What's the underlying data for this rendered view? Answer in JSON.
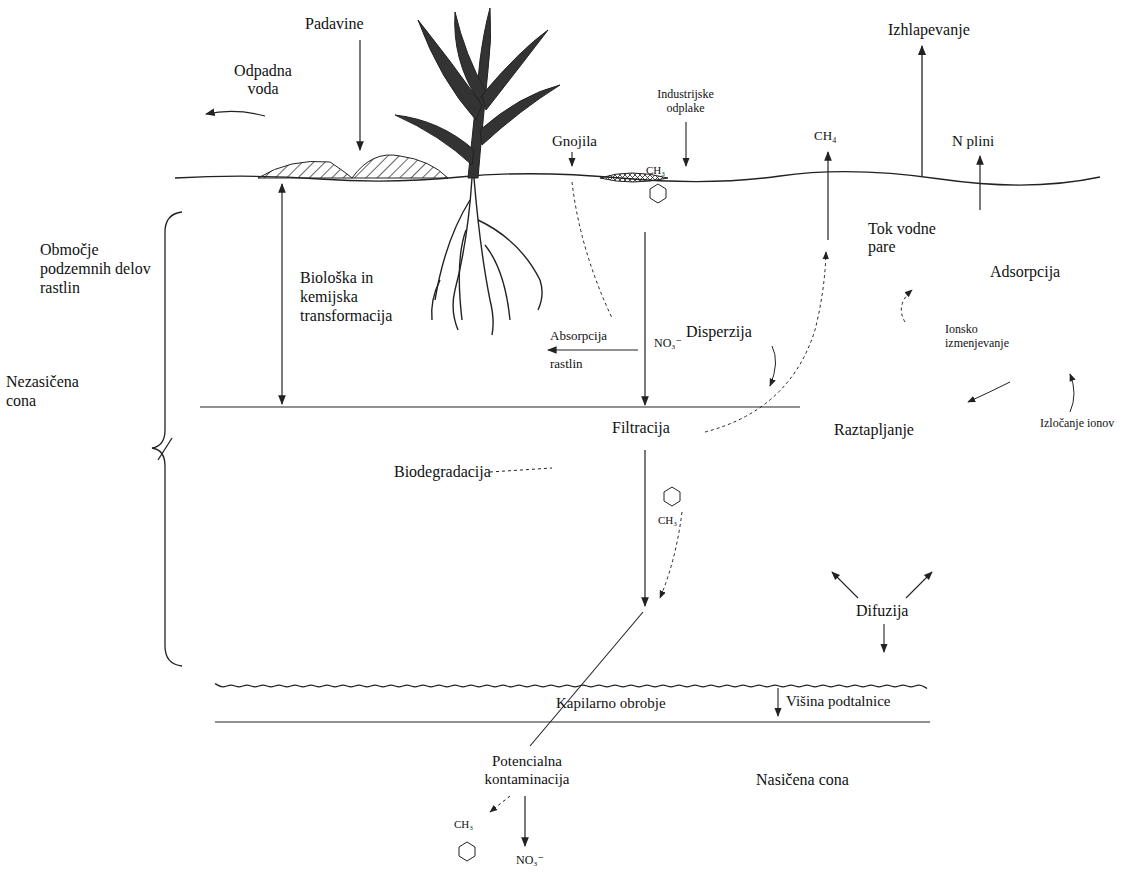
{
  "diagram": {
    "labels": [
      "Padavine",
      "Izhlapevanje",
      "Odpadna voda",
      "Industrijske odplake",
      "Gnojila",
      "CH₄",
      "N plini",
      "CH₃",
      "Tok vodne pare",
      "Adsorpcija",
      "Območje podzemnih delov rastlin",
      "Biološka in kemijska transformacija",
      "Absorpcija rastlin",
      "Disperzija",
      "Ionsko izmenjevanje",
      "Izločanje ionov",
      "Nezasičena cona",
      "NO₃⁻",
      "Filtracija",
      "Biodegradacija",
      "Raztapljanje",
      "CH₃",
      "Difuzija",
      "Kapilarno obrobje",
      "Višina podtalnice",
      "Potencialna kontaminacija",
      "Nasičena cona",
      "CH₃",
      "NO₃⁻"
    ]
  }
}
